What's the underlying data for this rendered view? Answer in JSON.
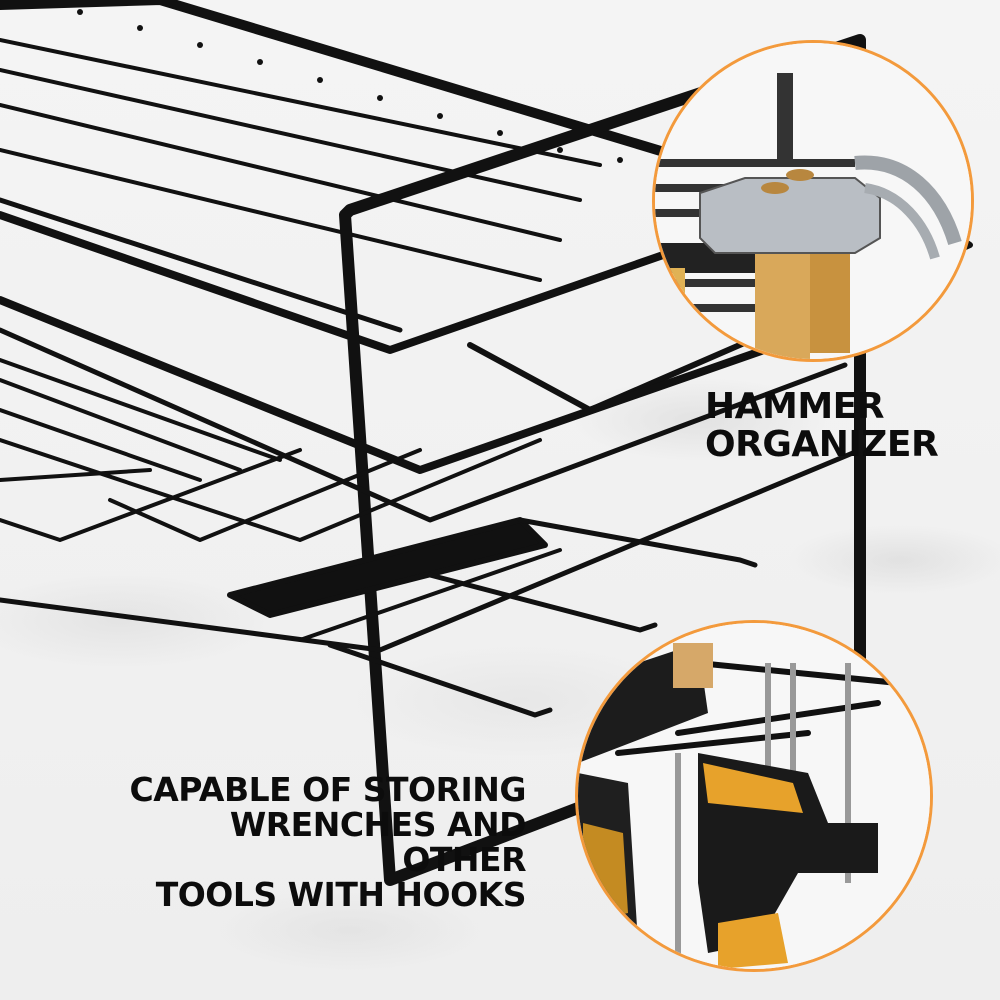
{
  "product": "Wall-mounted power tool organizer rack",
  "features": [
    {
      "id": "hammer",
      "lines": [
        "HAMMER",
        "ORGANIZER"
      ]
    },
    {
      "id": "hooks",
      "lines": [
        "CAPABLE OF STORING",
        "WRENCHES AND OTHER",
        "TOOLS WITH HOOKS"
      ]
    }
  ],
  "colors": {
    "accent": "#f39a3c",
    "text": "#0c0c0c",
    "rack": "#111111",
    "background": "#f1f1f1"
  }
}
